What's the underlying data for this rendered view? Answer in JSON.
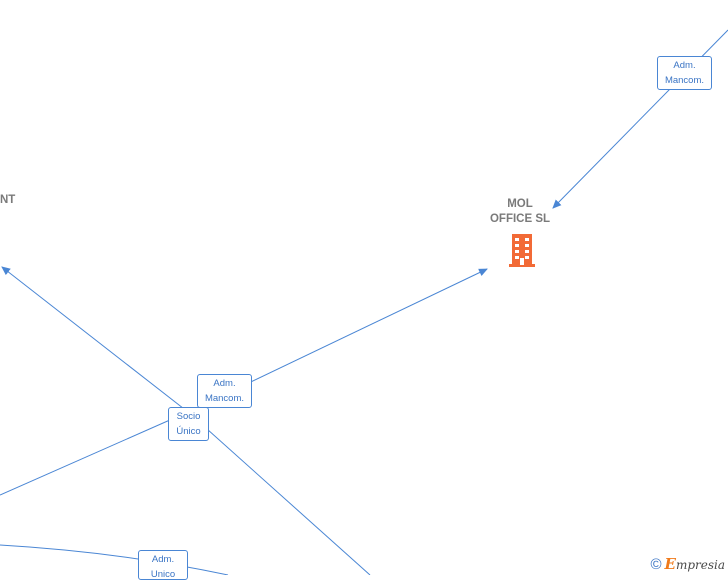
{
  "colors": {
    "edge": "#4a86d4",
    "node_text": "#7a7a7a",
    "company_icon": "#f26a36",
    "brand_e": "#f07a1a"
  },
  "nodes": {
    "mol_office": {
      "name": "MOL\nOFFICE  SL",
      "icon": "building-icon"
    },
    "partial_left": {
      "name": "NT"
    }
  },
  "edge_labels": {
    "top_right": "Adm.\nMancom.",
    "center_adm": "Adm.\nMancom.",
    "center_socio": "Socio\nÚnico",
    "bottom": "Adm.\nUnico"
  },
  "watermark": {
    "symbol": "©",
    "brand_initial": "E",
    "brand_rest": "mpresia"
  }
}
